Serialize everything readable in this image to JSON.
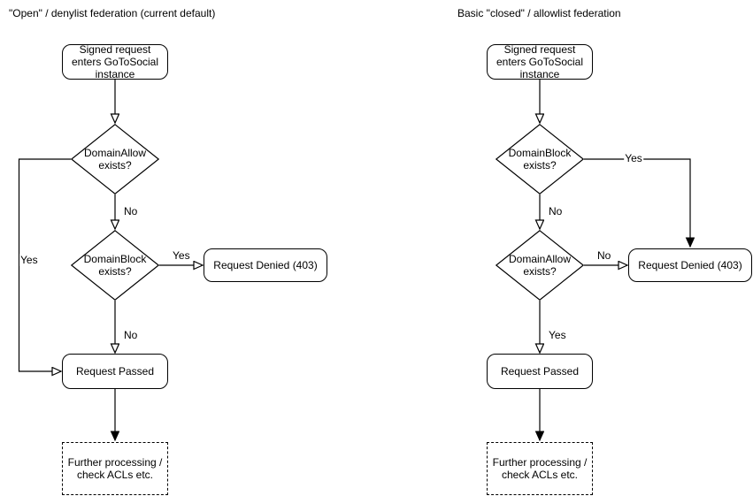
{
  "page": {
    "background": "#ffffff",
    "stroke_color": "#000000",
    "text_color": "#000000"
  },
  "left_flow": {
    "title": "\"Open\" / denylist federation (current default)",
    "nodes": {
      "start": "Signed request enters GoToSocial instance",
      "decision1": "DomainAllow exists?",
      "decision2": "DomainBlock exists?",
      "denied": "Request Denied (403)",
      "passed": "Request Passed",
      "further": "Further processing / check ACLs etc."
    },
    "labels": {
      "decision1_no": "No",
      "decision1_yes": "Yes",
      "decision2_yes": "Yes",
      "decision2_no": "No"
    }
  },
  "right_flow": {
    "title": "Basic \"closed\" / allowlist federation",
    "nodes": {
      "start": "Signed request enters GoToSocial instance",
      "decision1": "DomainBlock exists?",
      "decision2": "DomainAllow exists?",
      "denied": "Request Denied (403)",
      "passed": "Request Passed",
      "further": "Further processing / check ACLs etc."
    },
    "labels": {
      "decision1_yes": "Yes",
      "decision1_no": "No",
      "decision2_no": "No",
      "decision2_yes": "Yes"
    }
  }
}
